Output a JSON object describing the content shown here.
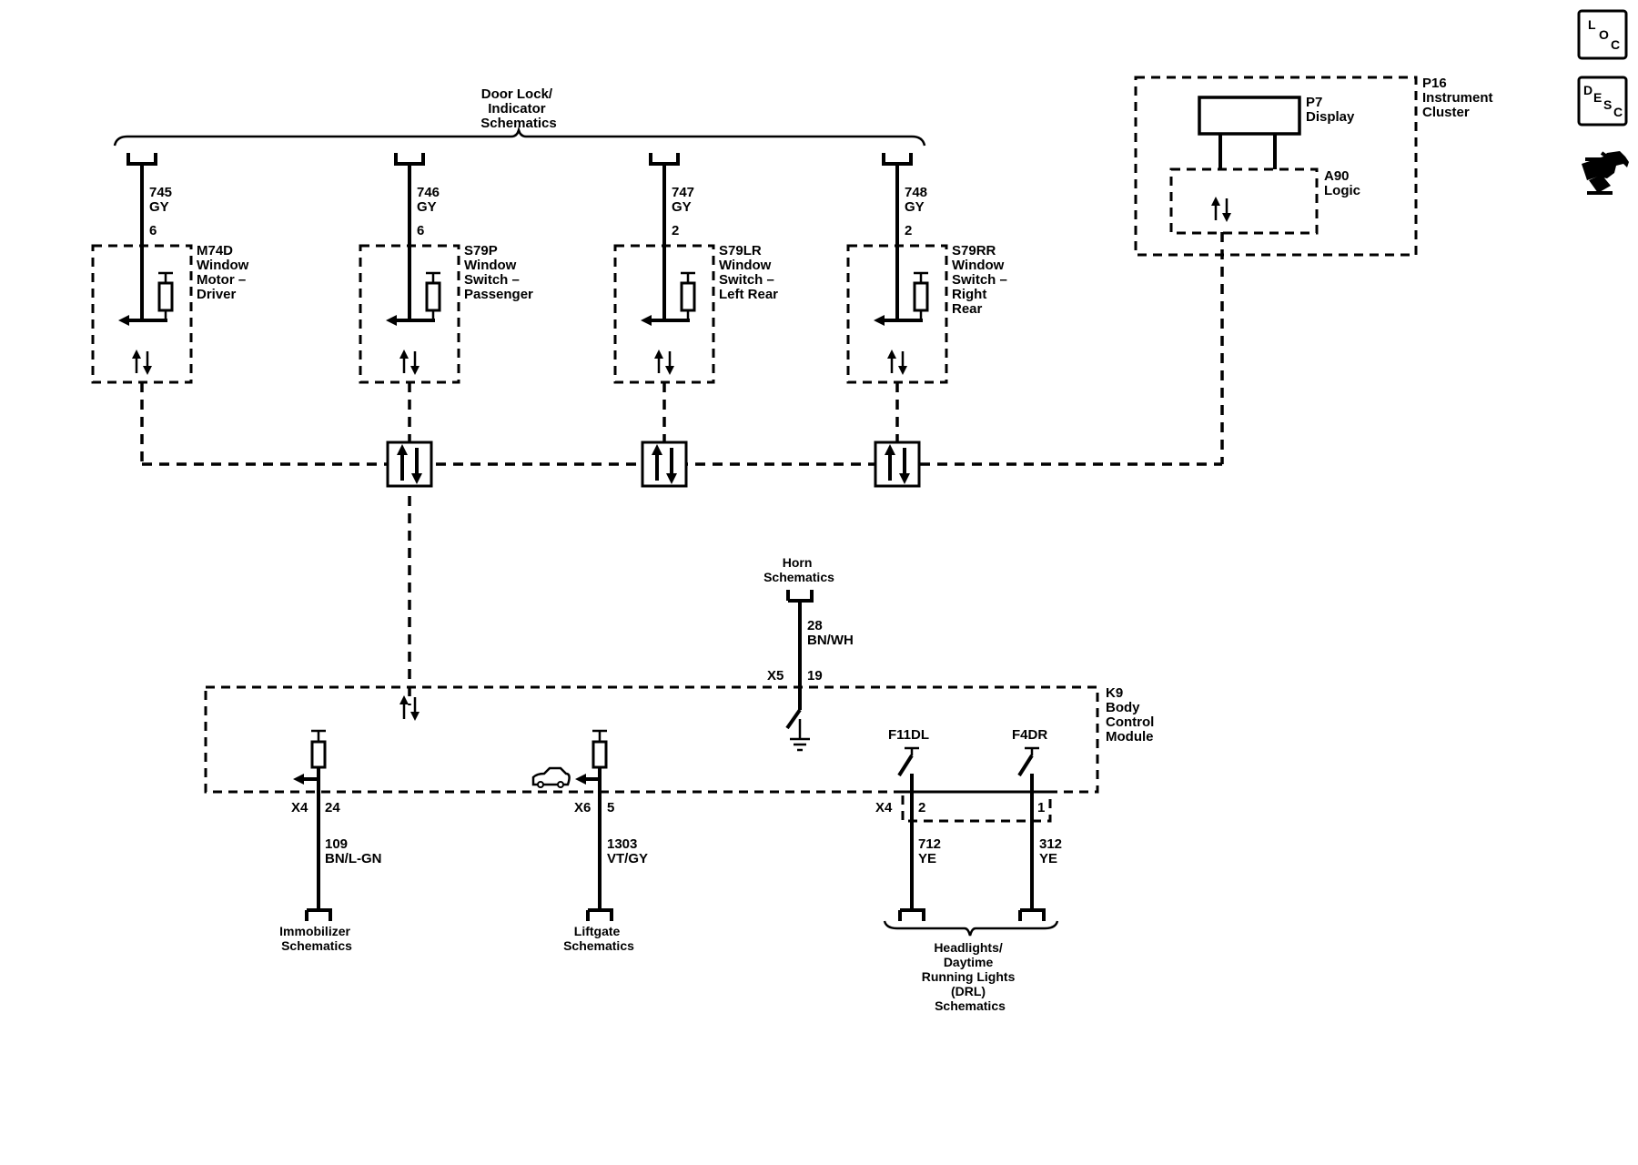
{
  "top_bus_label": [
    "Door Lock/",
    "Indicator",
    "Schematics"
  ],
  "switches": [
    {
      "wire": "745",
      "color": "GY",
      "pin": "6",
      "label": [
        "M74D",
        "Window",
        "Motor –",
        "Driver"
      ]
    },
    {
      "wire": "746",
      "color": "GY",
      "pin": "6",
      "label": [
        "S79P",
        "Window",
        "Switch –",
        "Passenger"
      ]
    },
    {
      "wire": "747",
      "color": "GY",
      "pin": "2",
      "label": [
        "S79LR",
        "Window",
        "Switch –",
        "Left Rear"
      ]
    },
    {
      "wire": "748",
      "color": "GY",
      "pin": "2",
      "label": [
        "S79RR",
        "Window",
        "Switch –",
        "Right",
        "Rear"
      ]
    }
  ],
  "cluster": {
    "label": [
      "P16",
      "Instrument",
      "Cluster"
    ],
    "display_label": [
      "P7",
      "Display"
    ],
    "logic_label": [
      "A90",
      "Logic"
    ]
  },
  "horn": {
    "label": [
      "Horn",
      "Schematics"
    ],
    "wire": "28",
    "color": "BN/WH",
    "connector": "X5",
    "pin": "19"
  },
  "bcm": {
    "label": [
      "K9",
      "Body",
      "Control",
      "Module"
    ],
    "fuse_f11": "F11DL",
    "fuse_f4": "F4DR"
  },
  "bottom_circuits": [
    {
      "connector": "X4",
      "pin": "24",
      "wire": "109",
      "color": "BN/L-GN",
      "dest": [
        "Immobilizer",
        "Schematics"
      ]
    },
    {
      "connector": "X6",
      "pin": "5",
      "wire": "1303",
      "color": "VT/GY",
      "dest": [
        "Liftgate",
        "Schematics"
      ]
    },
    {
      "connector": "X4",
      "pin": "2",
      "wire": "712",
      "color": "YE"
    },
    {
      "connector": "",
      "pin": "1",
      "wire": "312",
      "color": "YE"
    }
  ],
  "drl_label": [
    "Headlights/",
    "Daytime",
    "Running Lights",
    "(DRL)",
    "Schematics"
  ],
  "side_icons": [
    {
      "name": "loc-icon",
      "letters": [
        "L",
        "O",
        "C"
      ]
    },
    {
      "name": "desc-icon",
      "letters": [
        "D",
        "E",
        "S",
        "C"
      ]
    },
    {
      "name": "tool-icon"
    }
  ]
}
